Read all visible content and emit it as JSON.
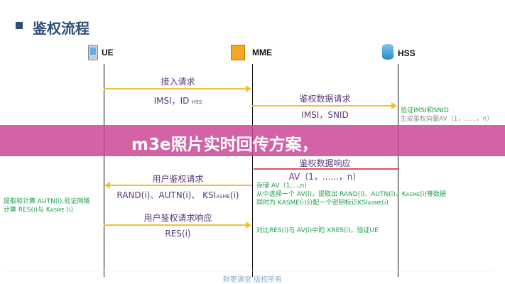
{
  "title": "鉴权流程",
  "nodes": {
    "ue": "UE",
    "mme": "MME",
    "hss": "HSS"
  },
  "messages": [
    {
      "label": "接入请求",
      "params": "IMSI，ID",
      "params_sub": "HSS"
    },
    {
      "label": "鉴权数据请求",
      "params": "IMSI，SNID"
    },
    {
      "label": "鉴权数据响应",
      "params": "AV（1，......，n）"
    },
    {
      "label": "用户鉴权请求",
      "params": "RAND(i)、AUTN(i)、 KSI",
      "params_sub": "ASME",
      "params_tail": "(i)"
    },
    {
      "label": "用户鉴权请求响应",
      "params": "RES(i)"
    }
  ],
  "notes": {
    "hss_1": "验证IMSI和SNID",
    "hss_2": "生成鉴权向量AV（1，......，n）",
    "mme_1": "存储 AV（1,...,n）",
    "mme_2": "从中选择一个 AV(i)，提取出 RAND(i)、AUTN(i)、K",
    "mme_2_sub": "ASME",
    "mme_2_tail": "(i)等数据",
    "mme_3": "同时为 KASME(i)分配一个密钥标识KSI",
    "mme_3_sub": "ASME",
    "mme_3_tail": "(i)",
    "ue_1": "提取和计算 AUTN(i),验证网络",
    "ue_2": "计算 RES(i)与 K",
    "ue_2_sub": "ASME",
    "ue_2_tail": " (i)",
    "mme_4": "对比RES(i)与 AV(i)中的 XRES(i)，验证UE"
  },
  "banner": "m3e照片实时回传方案，",
  "footer": "鲜枣课堂  版权所有"
}
